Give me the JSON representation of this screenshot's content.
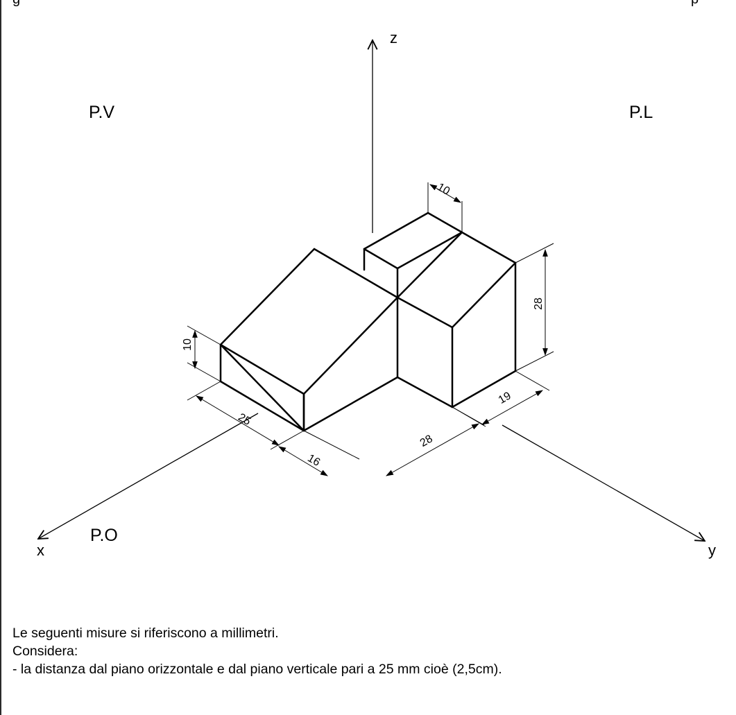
{
  "plane_labels": {
    "vertical": "P.V",
    "lateral": "P.L",
    "horizontal": "P.O"
  },
  "axes": {
    "x": "x",
    "y": "y",
    "z": "z"
  },
  "dimensions": {
    "top_width": "10",
    "right_height": "28",
    "left_height": "10",
    "front_depth": "25",
    "front_width": "16",
    "base_length": "28",
    "right_depth": "19"
  },
  "notes": {
    "line1": "Le seguenti misure si riferiscono a millimetri.",
    "line2": "Considera:",
    "line3": "- la distanza dal piano orizzontale e dal piano verticale pari a 25 mm cioè (2,5cm)."
  }
}
